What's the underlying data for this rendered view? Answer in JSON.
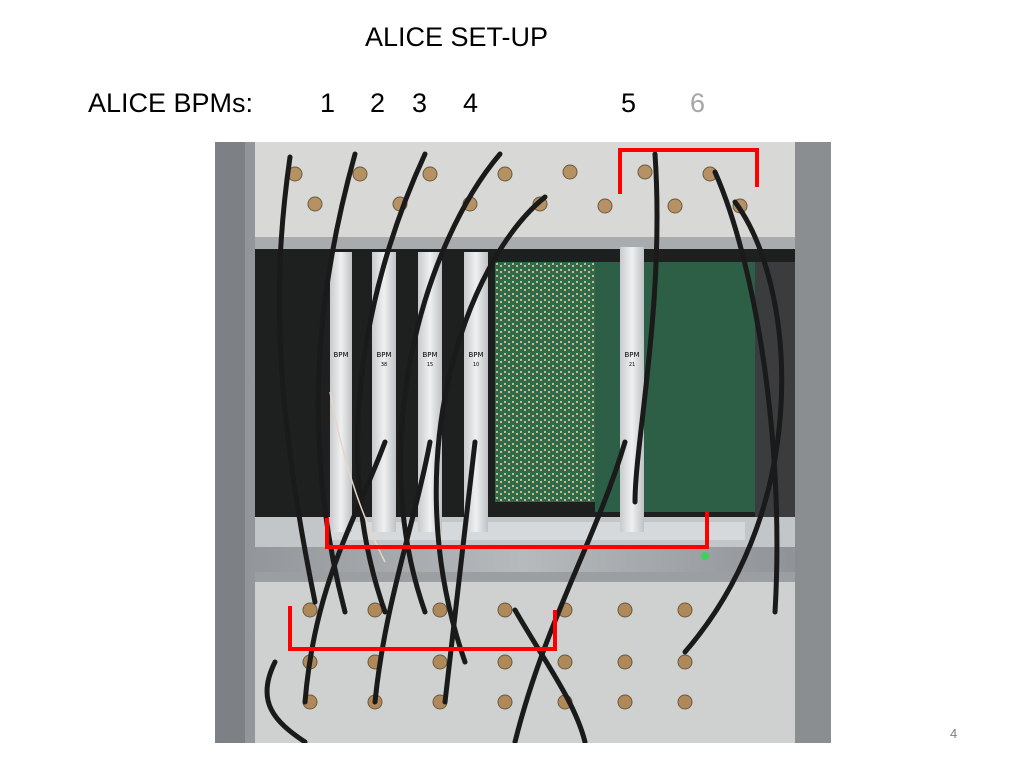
{
  "slide": {
    "title": "ALICE SET-UP",
    "bpm_label": "ALICE BPMs:",
    "bpm_numbers": [
      "1",
      "2",
      "3",
      "4",
      "5",
      "6"
    ],
    "page_number": "4"
  },
  "photo": {
    "module_labels": [
      "BPM",
      "BPM",
      "BPM",
      "BPM",
      "BPM"
    ],
    "module_numbers": [
      "38",
      "15",
      "10",
      "21"
    ],
    "highlight_color": "#ff0000"
  }
}
